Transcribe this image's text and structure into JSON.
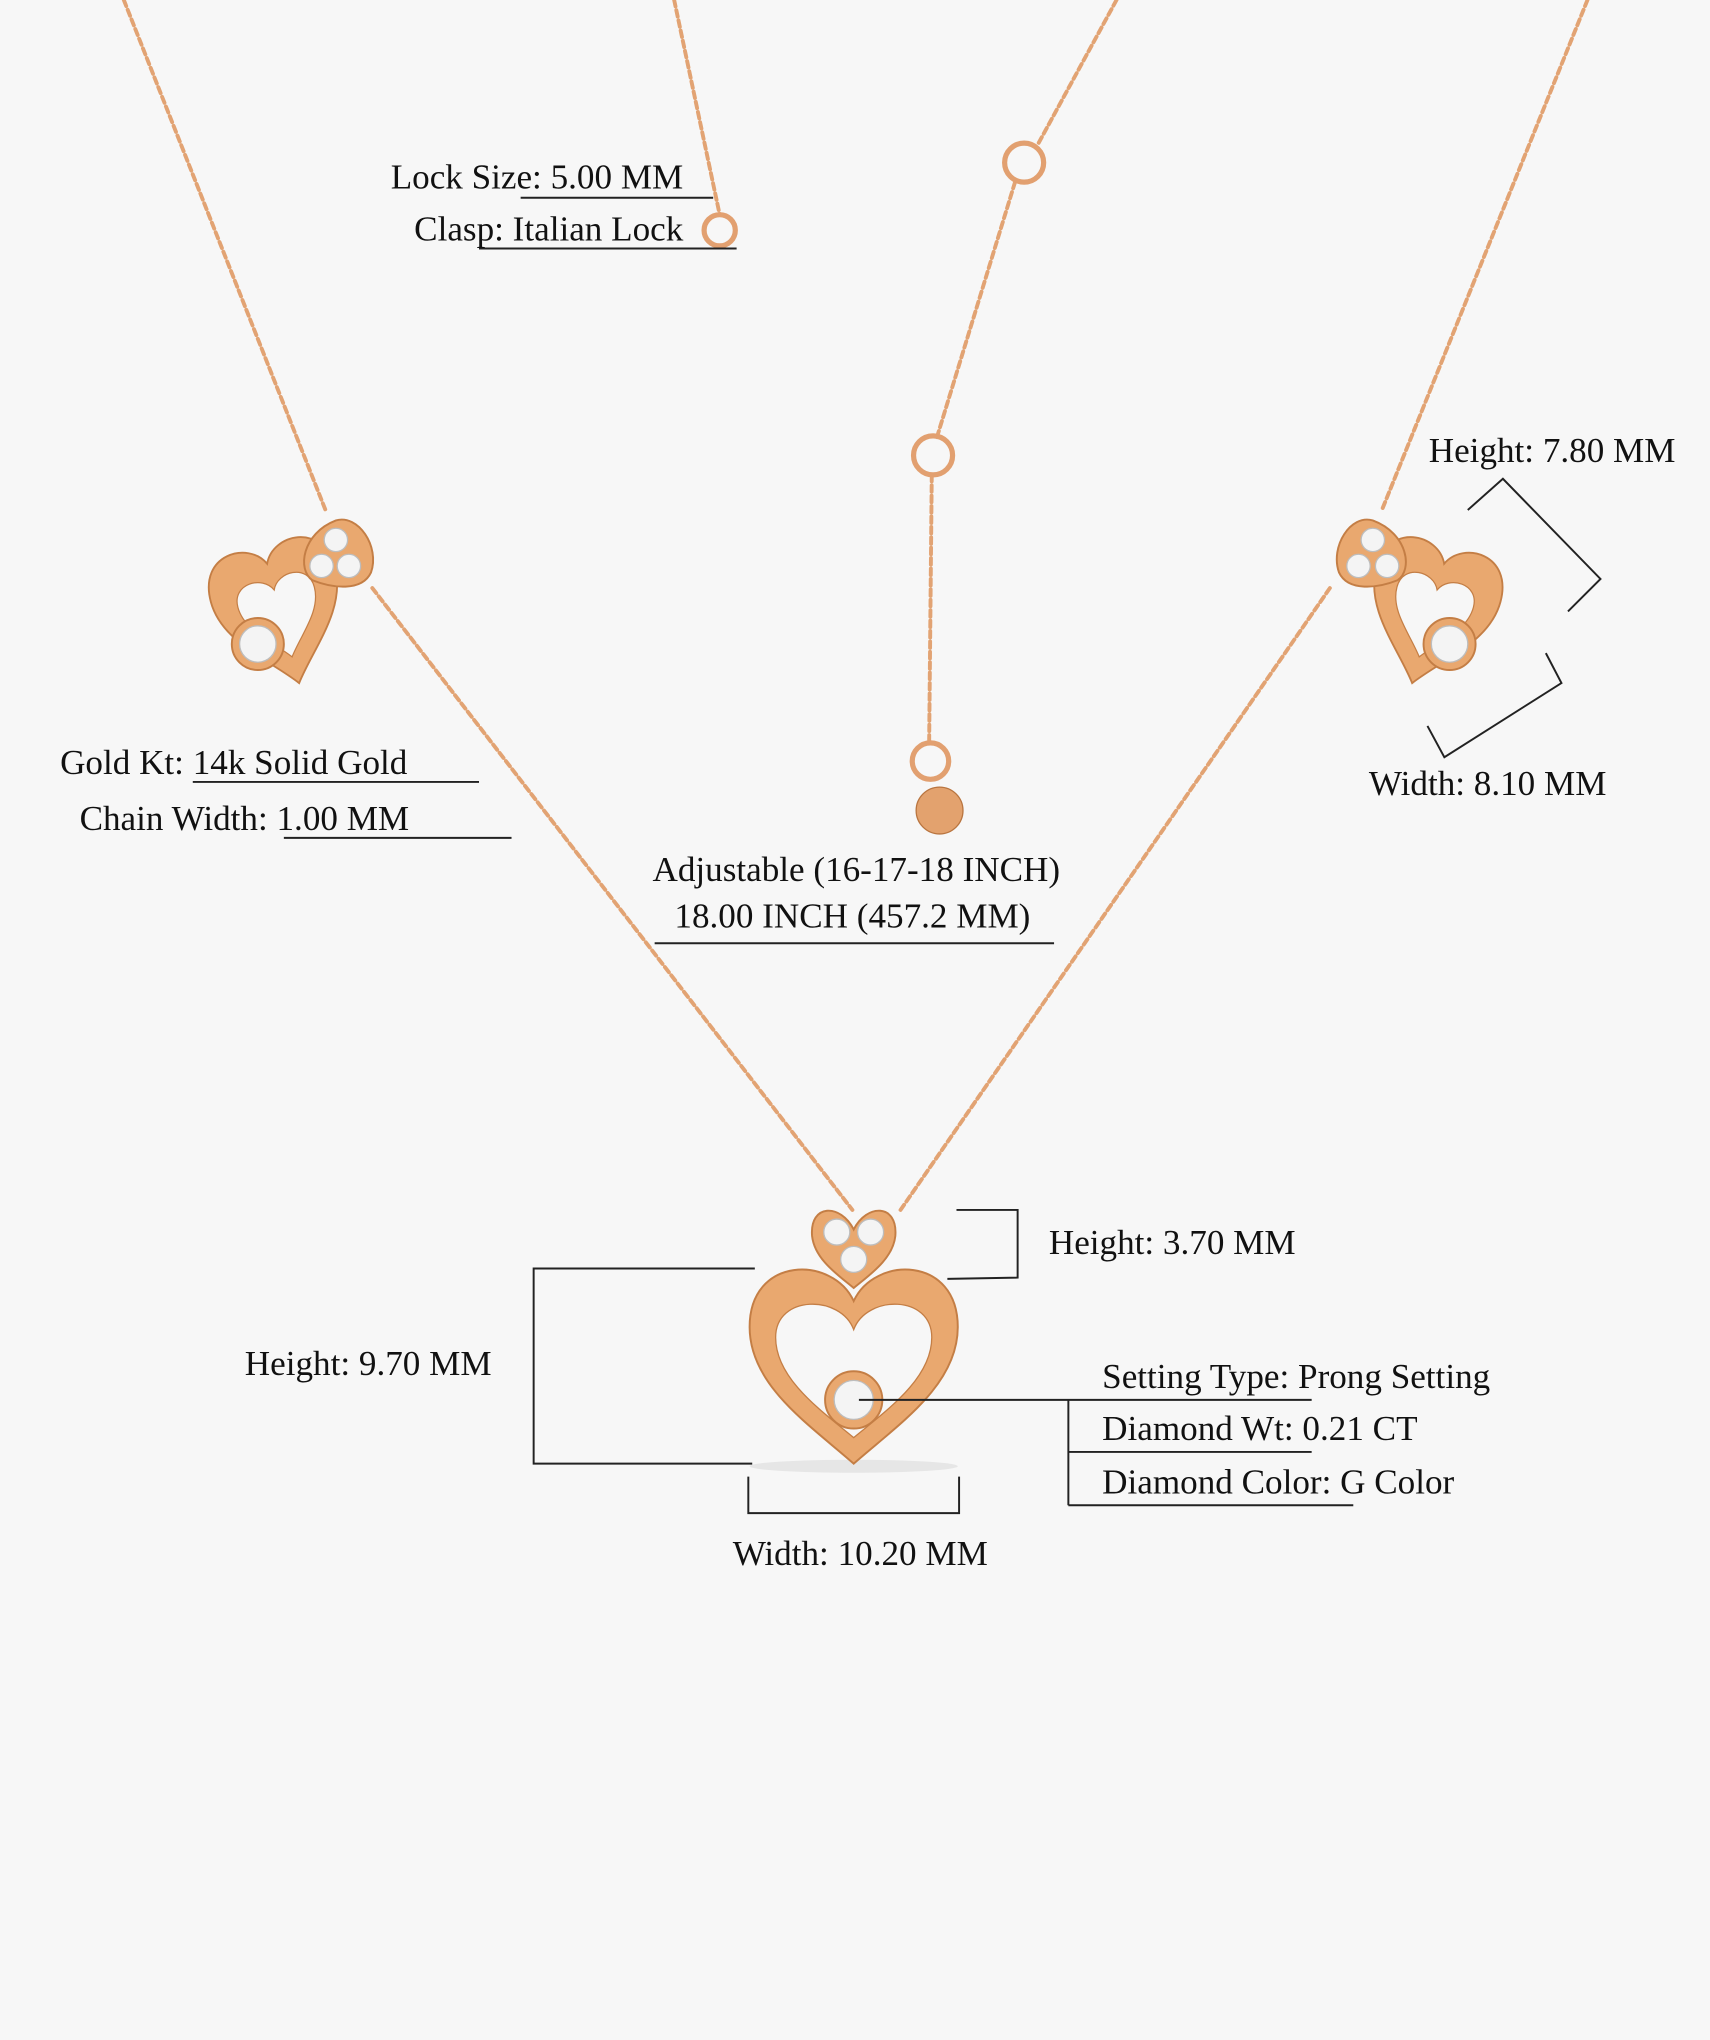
{
  "specs": {
    "lock_size": {
      "label": "Lock Size:",
      "value": " 5.00 MM"
    },
    "clasp": {
      "label": "Clasp:",
      "value": " Italian Lock"
    },
    "gold_kt": {
      "label": "Gold Kt:",
      "value": " 14k Solid Gold"
    },
    "chain_width": {
      "label": "Chain Width:",
      "value": " 1.00 MM"
    },
    "adjustable": "Adjustable (16-17-18 INCH)",
    "length": "18.00 INCH (457.2 MM)",
    "side_height": "Height: 7.80 MM",
    "side_width": "Width: 8.10 MM",
    "bail_height": "Height: 3.70 MM",
    "pendant_height": "Height: 9.70 MM",
    "pendant_width": "Width: 10.20 MM",
    "setting_type": {
      "label": "Setting Type:",
      "value": " Prong Setting"
    },
    "diamond_wt": {
      "label": "Diamond Wt:",
      "value": " 0.21 CT"
    },
    "diamond_color": {
      "label": "Diamond Color:",
      "value": " G Color"
    }
  },
  "colors": {
    "gold": "#e9a86f",
    "background": "#f7f7f7",
    "text": "#111111"
  }
}
